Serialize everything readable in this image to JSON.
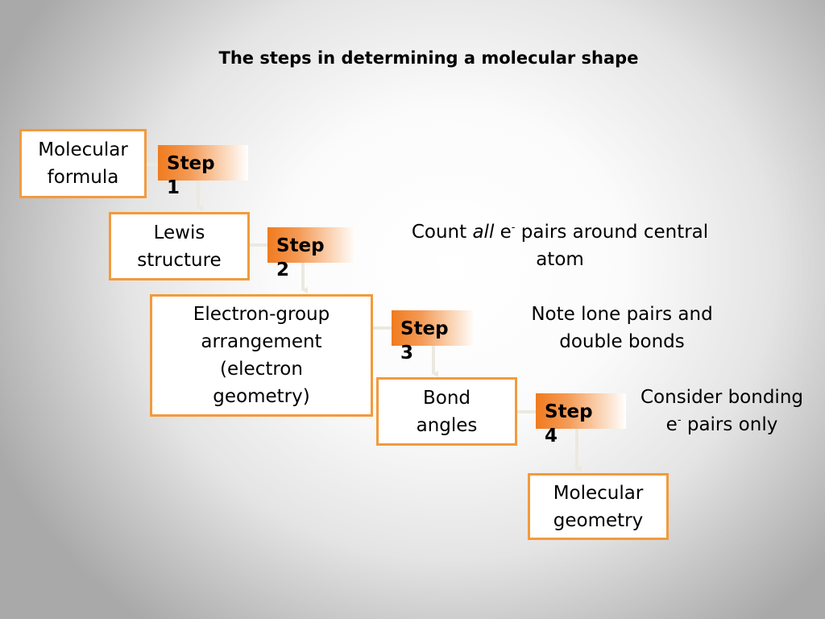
{
  "title": "The steps in determining a molecular shape",
  "boxes": {
    "molecular_formula": [
      "Molecular",
      "formula"
    ],
    "lewis_structure": [
      "Lewis",
      "structure"
    ],
    "electron_group": [
      "Electron-group",
      "arrangement",
      "(electron",
      "geometry)"
    ],
    "bond_angles": [
      "Bond",
      "angles"
    ],
    "molecular_geometry": [
      "Molecular",
      "geometry"
    ]
  },
  "steps": [
    "Step 1",
    "Step 2",
    "Step 3",
    "Step 4"
  ],
  "notes": {
    "step2": {
      "prefix": "Count ",
      "emphasis": "all",
      "middle": " e",
      "superscript": "-",
      "suffix": " pairs around central",
      "line2": "atom"
    },
    "step3": [
      "Note lone pairs and",
      "double bonds"
    ],
    "step4": {
      "line1": "Consider bonding",
      "prefix2": "e",
      "superscript": "-",
      "suffix2": " pairs only"
    }
  },
  "colors": {
    "box_border": "#f39a3c",
    "step_fill": "#f07b1f",
    "connector": "#ebe9e0"
  }
}
